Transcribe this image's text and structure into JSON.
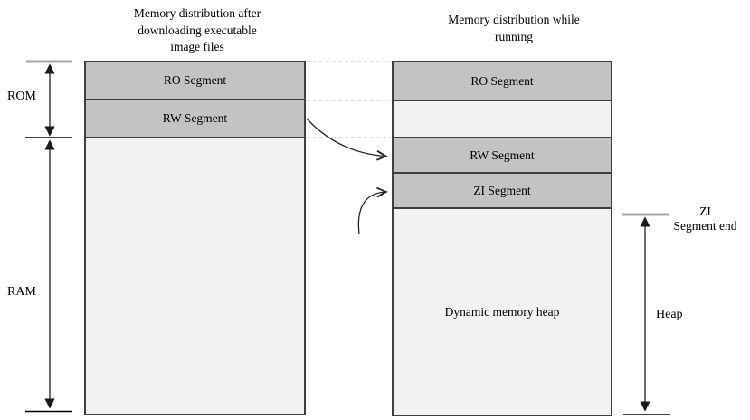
{
  "left_panel": {
    "title": "Memory distribution after\ndownloading executable\nimage files",
    "segments": {
      "ro": "RO Segment",
      "rw": "RW Segment"
    }
  },
  "right_panel": {
    "title": "Memory distribution while\nrunning",
    "segments": {
      "ro": "RO Segment",
      "rw": "RW Segment",
      "zi": "ZI Segment",
      "heap": "Dynamic memory heap"
    }
  },
  "side_labels": {
    "rom": "ROM",
    "ram": "RAM",
    "heap": "Heap",
    "zi_end": "ZI\nSegment end"
  },
  "colors": {
    "segment_fill": "#c3c3c3",
    "empty_fill": "#f2f2f2",
    "border": "#3f3f3f",
    "gray_marker_line": "#a6a6a6",
    "black_marker_line": "#000000",
    "dashed_connector": "#c9c9c9",
    "arrow_stroke": "#262626"
  }
}
